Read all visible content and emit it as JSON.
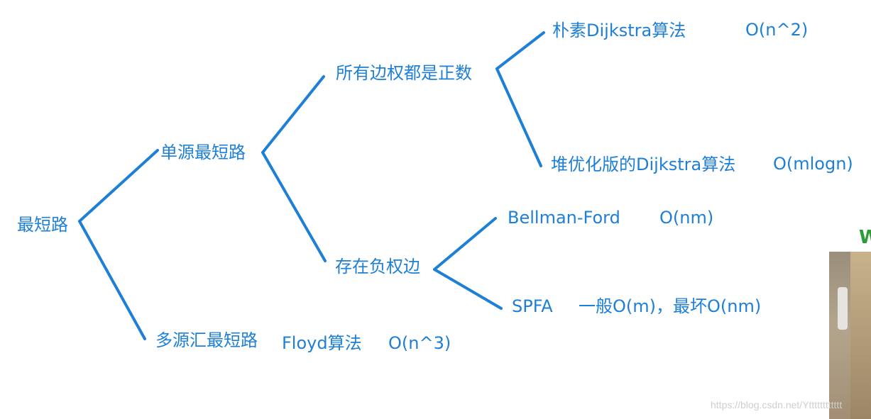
{
  "diagram": {
    "root": {
      "label": "最短路"
    },
    "single_source": {
      "label": "单源最短路"
    },
    "all_positive": {
      "label": "所有边权都是正数"
    },
    "naive_dijkstra": {
      "label": "朴素Dijkstra算法",
      "complexity": "O(n^2)"
    },
    "heap_dijkstra": {
      "label": "堆优化版的Dijkstra算法",
      "complexity": "O(mlogn)"
    },
    "negative_edges": {
      "label": "存在负权边"
    },
    "bellman_ford": {
      "label": "Bellman-Ford",
      "complexity": "O(nm)"
    },
    "spfa": {
      "label": "SPFA",
      "complexity": "一般O(m)，最坏O(nm)"
    },
    "multi_source": {
      "label": "多源汇最短路",
      "algorithm": "Floyd算法",
      "complexity": "O(n^3)"
    }
  },
  "watermark": {
    "text": "https://blog.csdn.net/Ytttttttttttt"
  },
  "overlay": {
    "letter": "W"
  },
  "colors": {
    "line": "#1e7fd6",
    "text": "#1e7fd6"
  }
}
